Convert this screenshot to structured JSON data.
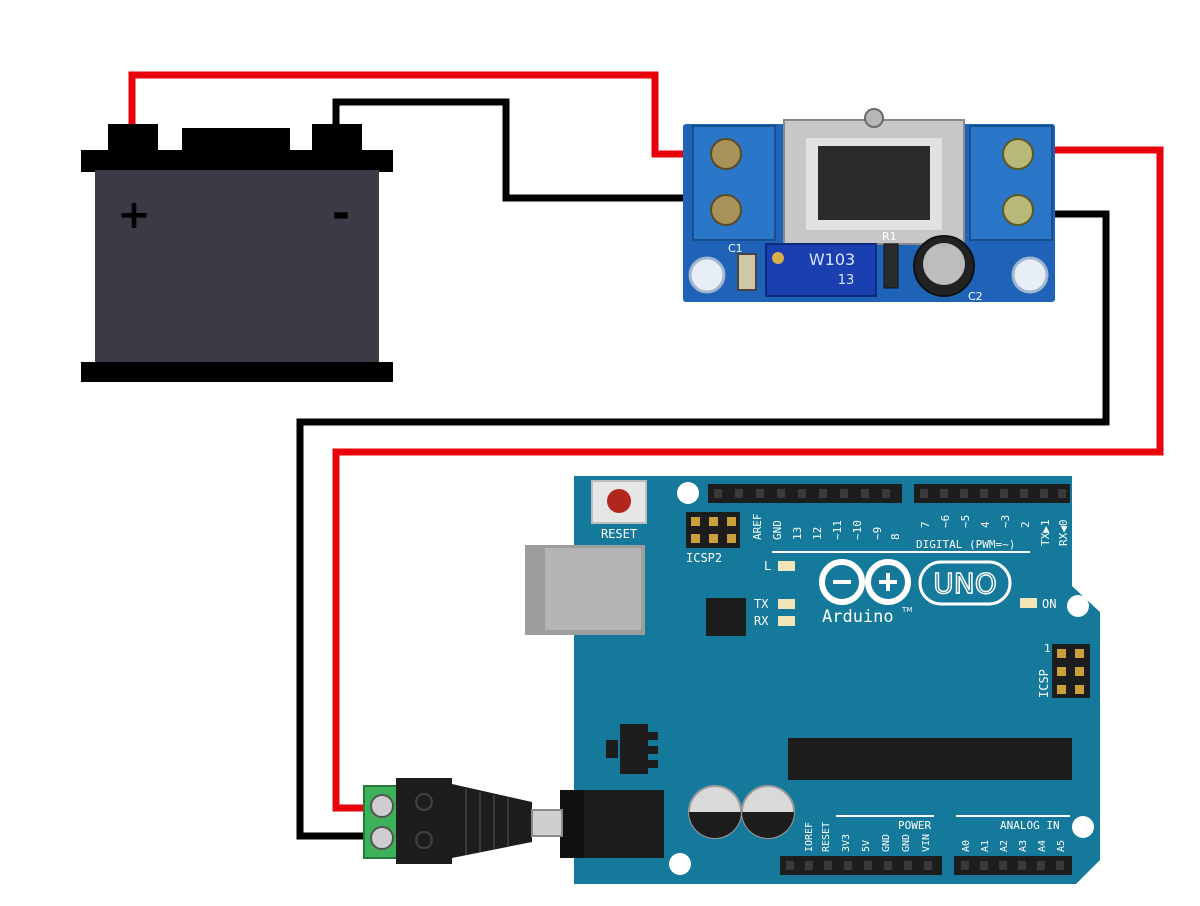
{
  "battery": {
    "plus": "+",
    "minus": "-"
  },
  "regulator": {
    "pot_label": "W103",
    "pot_sub": "13",
    "c1_label": "C1",
    "r1_label": "R1",
    "c2_label": "C2"
  },
  "arduino": {
    "reset_label": "RESET",
    "icsp2_label": "ICSP2",
    "icsp_label": "ICSP",
    "icsp_pin1": "1",
    "brand": "Arduino",
    "tm": "TM",
    "model": "UNO",
    "digital_label": "DIGITAL (PWM=~)",
    "led_l": "L",
    "led_tx": "TX",
    "led_rx": "RX",
    "led_on": "ON",
    "power_label": "POWER",
    "analog_label": "ANALOG IN",
    "top_left_pins": [
      "AREF",
      "GND",
      "13",
      "12",
      "~11",
      "~10",
      "~9",
      "8"
    ],
    "top_right_pins": [
      "7",
      "~6",
      "~5",
      "4",
      "~3",
      "2",
      "TX▶1",
      "RX◀0"
    ],
    "power_pins": [
      "IOREF",
      "RESET",
      "3V3",
      "5V",
      "GND",
      "GND",
      "VIN"
    ],
    "analog_pins": [
      "A0",
      "A1",
      "A2",
      "A3",
      "A4",
      "A5"
    ]
  },
  "colors": {
    "wire_red": "#e8000b",
    "wire_black": "#000000",
    "battery_body": "#3c3a45",
    "regulator_pcb": "#1f63b8",
    "terminal_blue": "#2a77c9",
    "arduino_pcb": "#14799b",
    "jack_green": "#3db05a"
  }
}
